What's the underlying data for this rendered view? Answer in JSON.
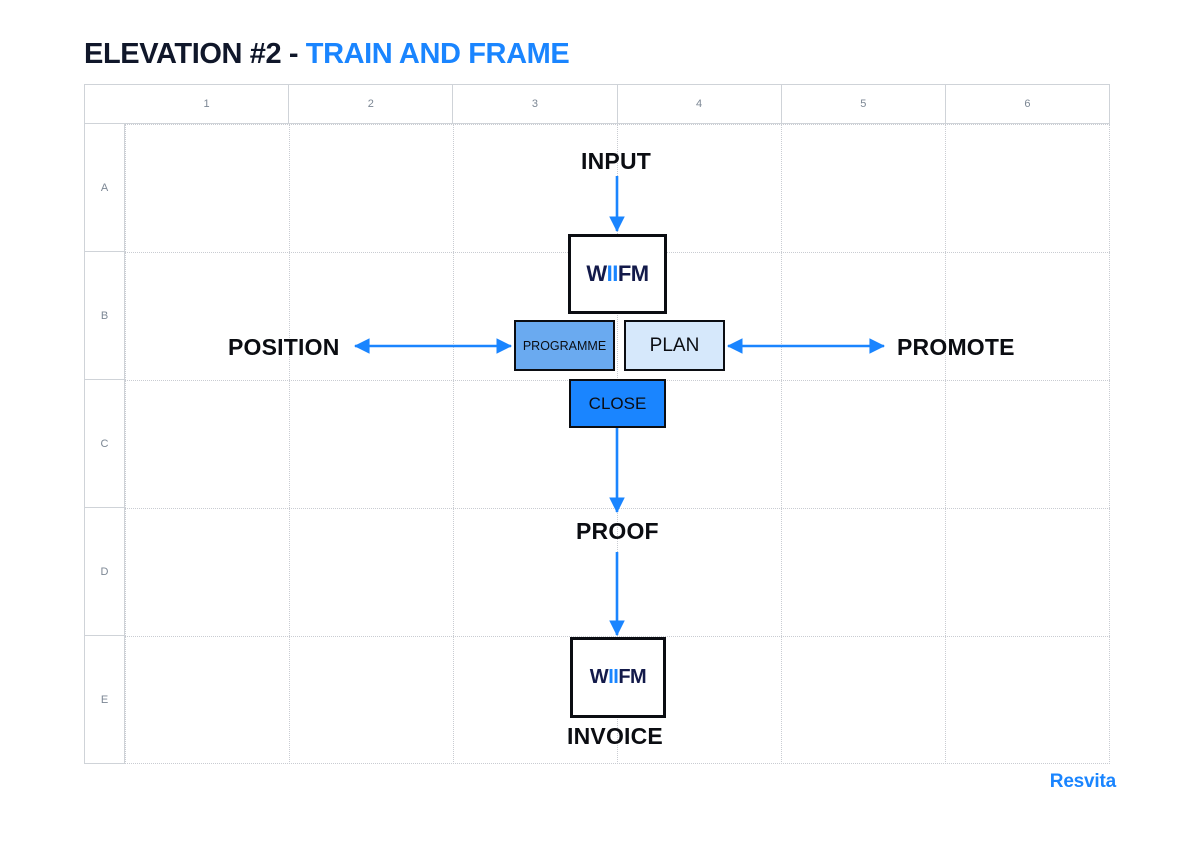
{
  "title": {
    "main": "ELEVATION #2 - ",
    "accent": "TRAIN AND FRAME"
  },
  "grid": {
    "columns": [
      "1",
      "2",
      "3",
      "4",
      "5",
      "6"
    ],
    "rows": [
      "A",
      "B",
      "C",
      "D",
      "E"
    ]
  },
  "diagram": {
    "input_label": "INPUT",
    "wiifm_top": {
      "part1": "W",
      "part2": "II",
      "part3": "FM"
    },
    "position_label": "POSITION",
    "promote_label": "PROMOTE",
    "programme_label": "PROGRAMME",
    "plan_label": "PLAN",
    "close_label": "CLOSE",
    "proof_label": "PROOF",
    "wiifm_bottom": {
      "part1": "W",
      "part2": "II",
      "part3": "FM"
    },
    "invoice_label": "INVOICE"
  },
  "footer": {
    "brand": "Resvita"
  },
  "colors": {
    "accent_blue": "#1a85ff",
    "title_dark": "#10172a",
    "programme_fill": "#6aaaf0",
    "plan_fill": "#d6e8fb",
    "close_fill": "#1a85ff",
    "grid_line": "#c9ccd2",
    "box_border": "#0b0d12"
  }
}
